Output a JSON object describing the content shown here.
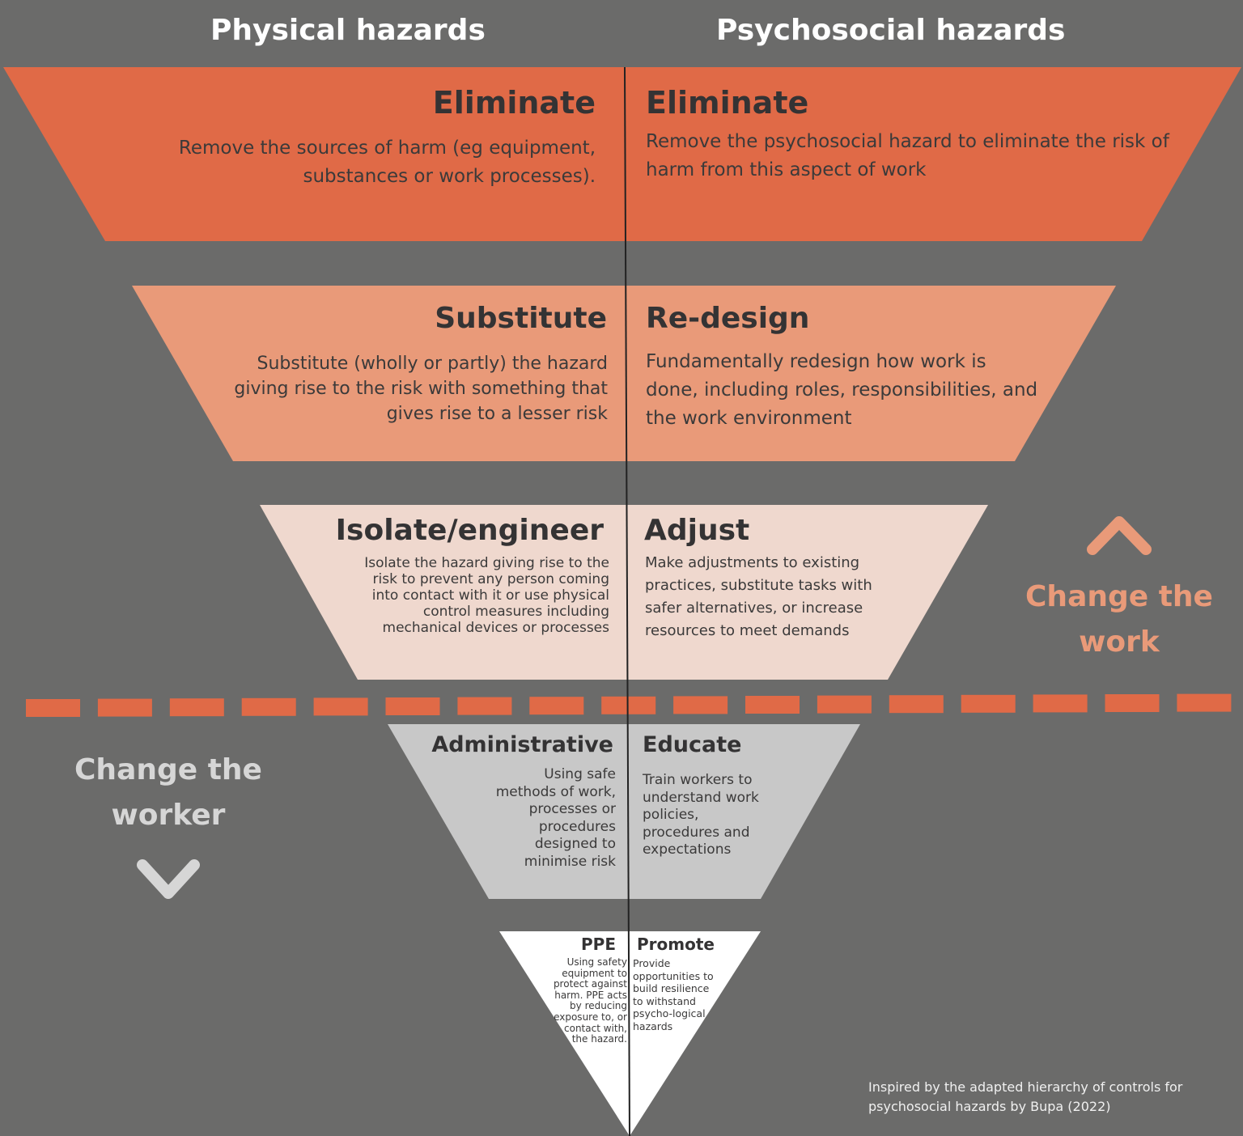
{
  "headers": {
    "physical": "Physical hazards",
    "psychosocial": "Psychosocial hazards"
  },
  "levels": [
    {
      "fill": "#e06a47",
      "physical": {
        "title": "Eliminate",
        "text": "Remove the sources of harm (eg equipment, substances or work processes)."
      },
      "psychosocial": {
        "title": "Eliminate",
        "text": "Remove the psychosocial hazard to eliminate the risk of harm from this aspect of work"
      }
    },
    {
      "fill": "#e99a79",
      "physical": {
        "title": "Substitute",
        "text": "Substitute (wholly or partly) the hazard giving rise to the risk with something that gives rise to a lesser risk"
      },
      "psychosocial": {
        "title": "Re-design",
        "text": "Fundamentally redesign how work is done, including roles, responsibilities, and the work environment"
      }
    },
    {
      "fill": "#efd8ce",
      "physical": {
        "title": "Isolate/engineer",
        "text": "Isolate the hazard giving rise to the risk to prevent any person coming into contact with it or use physical control measures including mechanical devices or processes"
      },
      "psychosocial": {
        "title": "Adjust",
        "text": "Make adjustments to existing practices, substitute tasks with safer alternatives, or increase resources to meet demands"
      }
    },
    {
      "fill": "#c8c8c8",
      "physical": {
        "title": "Administrative",
        "text": "Using safe methods of work, processes or procedures designed to minimise risk"
      },
      "psychosocial": {
        "title": "Educate",
        "text": "Train workers to understand work policies, procedures and expectations"
      }
    },
    {
      "fill": "#ffffff",
      "physical": {
        "title": "PPE",
        "text": "Using safety equipment to protect against harm. PPE acts by reducing exposure to, or contact with, the hazard."
      },
      "psychosocial": {
        "title": "Promote",
        "text": "Provide opportunities to build resilience to withstand psycho-logical hazards"
      }
    }
  ],
  "change_work": {
    "label": "Change the work",
    "color": "#e99a79",
    "arrow_icon": "chevron-up-icon"
  },
  "change_worker": {
    "label": "Change the worker",
    "color": "#d6d6d6",
    "arrow_icon": "chevron-down-icon"
  },
  "divider_color": "#e06a47",
  "credit": "Inspired by the adapted hierarchy of controls for psychosocial hazards by Bupa (2022)"
}
